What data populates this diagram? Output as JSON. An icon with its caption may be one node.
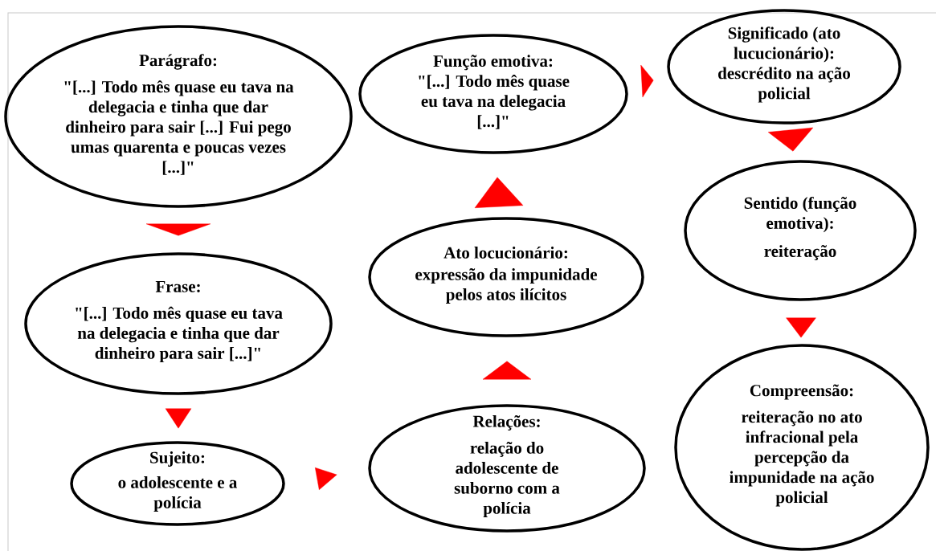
{
  "diagram": {
    "nodes": [
      {
        "text": [
          "Parágrafo:",
          "\"[...] Todo mês quase eu tava na delegacia e tinha que dar dinheiro para sair [...] Fui pego umas quarenta e poucas vezes [...]\""
        ]
      },
      {
        "text": [
          "Frase:",
          "\"[...] Todo mês quase eu tava na delegacia e tinha que dar dinheiro para sair [...]\""
        ]
      },
      {
        "text": [
          "Sujeito:",
          "o adolescente e a polícia"
        ]
      },
      {
        "text": [
          "Relações:",
          "relação do adolescente de suborno com a polícia"
        ]
      },
      {
        "text": [
          "Ato locucionário:",
          "expressão da impunidade pelos atos ilícitos"
        ]
      },
      {
        "text": [
          "Função emotiva:",
          "\"[...] Todo mês quase eu tava na delegacia [...]\""
        ]
      },
      {
        "text": [
          "Significado (ato lucucionário):",
          "descrédito na ação policial"
        ]
      },
      {
        "text": [
          "Sentido (função emotiva):",
          "reiteração"
        ]
      },
      {
        "text": [
          "Compreensão:",
          "reiteração no ato infracional pela percepção da impunidade na ação policial"
        ]
      }
    ],
    "edges": [
      {
        "from": 0,
        "to": 1,
        "arrow": "to"
      },
      {
        "from": 1,
        "to": 2,
        "arrow": "to"
      },
      {
        "from": 2,
        "to": 3,
        "arrow": "to"
      },
      {
        "from": 3,
        "to": 4,
        "arrow": "to"
      },
      {
        "from": 4,
        "to": 5,
        "arrow": "to"
      },
      {
        "from": 5,
        "to": 6,
        "arrow": "to"
      },
      {
        "from": 6,
        "to": 7,
        "arrow": "to"
      },
      {
        "from": 7,
        "to": 8,
        "arrow": "to"
      }
    ]
  }
}
